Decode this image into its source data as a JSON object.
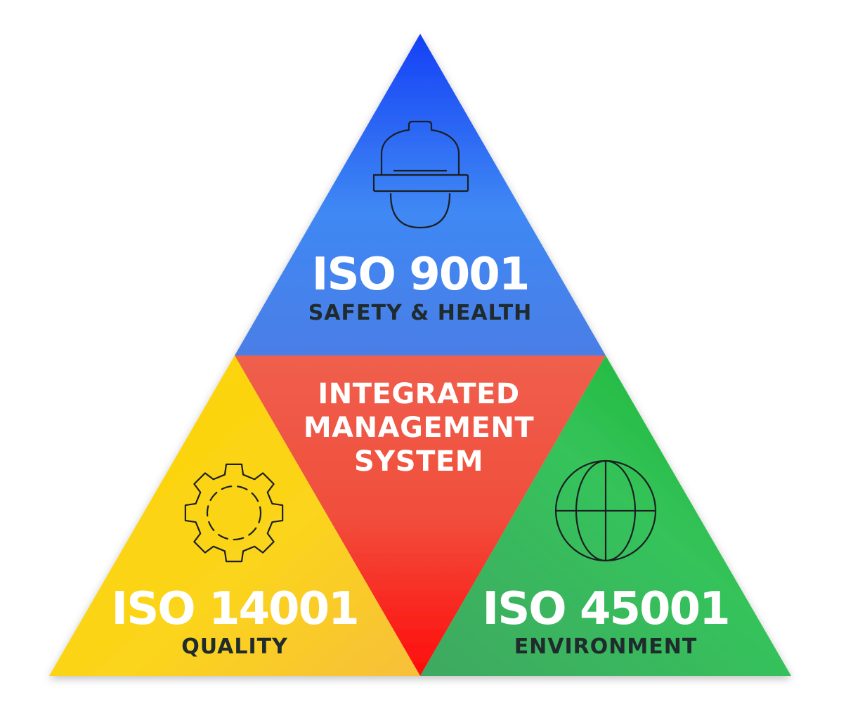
{
  "center": {
    "line1": "INTEGRATED",
    "line2": "MANAGEMENT",
    "line3": "SYSTEM",
    "color": "#f04a3c"
  },
  "top": {
    "code": "ISO 9001",
    "label": "SAFETY & HEALTH",
    "icon": "hard-hat-icon",
    "color": "#3a7cf0"
  },
  "left": {
    "code": "ISO 14001",
    "label": "QUALITY",
    "icon": "gear-icon",
    "color": "#fbd11a"
  },
  "right": {
    "code": "ISO 45001",
    "label": "ENVIRONMENT",
    "icon": "globe-icon",
    "color": "#24b34a"
  }
}
